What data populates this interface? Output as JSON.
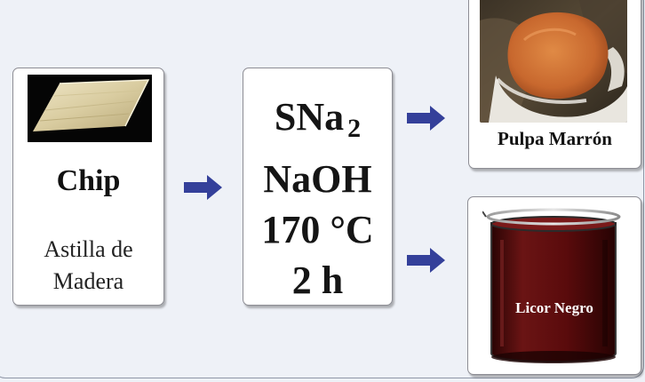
{
  "chip": {
    "title": "Chip",
    "description_lines": [
      "Astilla de",
      "Madera"
    ]
  },
  "conditions": {
    "reagent_1": "SNa",
    "reagent_1_subscript": "2",
    "reagent_2": "NaOH",
    "temperature": "170 °C",
    "time": "2 h"
  },
  "outputs": {
    "pulp_label": "Pulpa Marrón",
    "liquor_label": "Licor Negro"
  },
  "colors": {
    "arrow": "#34409a",
    "liquor": "#5a0b0c",
    "pulp": "#c8682e",
    "background": "#eef1f7"
  },
  "icons": [
    "wood-chip-photo",
    "pulp-in-hand-photo",
    "beaker-of-black-liquor",
    "right-arrow-icon"
  ]
}
